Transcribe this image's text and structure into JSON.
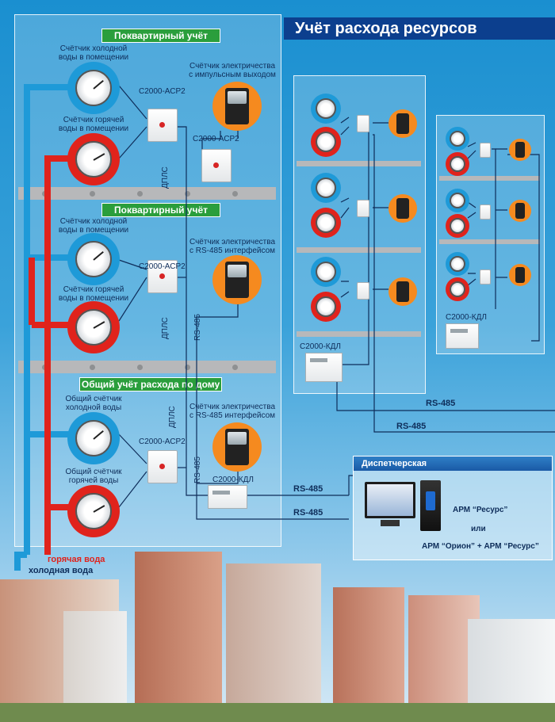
{
  "title": "Учёт расхода ресурсов",
  "sections": {
    "apartment_1": "Поквартирный учёт",
    "apartment_2": "Поквартирный учёт",
    "house": "Общий учёт расхода по дому"
  },
  "meters": {
    "cold_room": "Счётчик холодной воды в помещении",
    "hot_room": "Счётчик горячей воды в помещении",
    "cold_room_2": "Счётчик холодной воды в помещении",
    "hot_room_2": "Счётчик горячей воды в помещении",
    "cold_common": "Общий счётчик холодной воды",
    "hot_common": "Общий счётчик горячей воды",
    "elec_pulse": "Счётчик электричества с импульсным выходом",
    "elec_rs485_1": "Счётчик электричества с RS-485 интерфейсом",
    "elec_rs485_2": "Счётчик электричества с RS-485 интерфейсом"
  },
  "modules": {
    "asr2_a": "С2000-АСР2",
    "asr2_b": "С2000-АСР2",
    "asr2_c": "С2000-АСР2",
    "asr2_d": "С2000-АСР2",
    "kdl_main": "С2000-КДЛ",
    "kdl_mid": "С2000-КДЛ",
    "kdl_right": "С2000-КДЛ"
  },
  "lines": {
    "dpls": "ДПЛС",
    "rs485": "RS-485"
  },
  "pipes": {
    "hot": "горячая вода",
    "cold": "холодная вода"
  },
  "dispatch": {
    "title": "Диспетчерская",
    "arm1": "АРМ “Ресурс”",
    "or": "или",
    "arm2": "АРМ “Орион” + АРМ “Ресурс”"
  },
  "colors": {
    "banner": "#0c3f8e",
    "section": "#2a9e3c",
    "hot": "#e0231c",
    "cold": "#1e9ad8",
    "elec": "#f58a1f"
  }
}
